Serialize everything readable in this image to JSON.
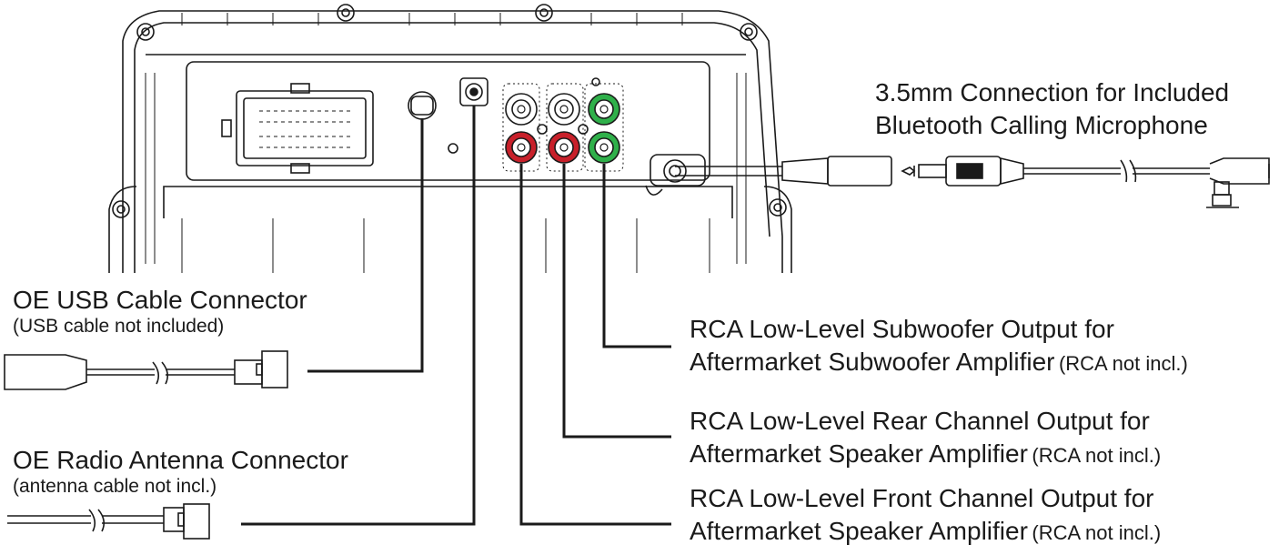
{
  "labels": {
    "mic_line1": "3.5mm Connection for Included",
    "mic_line2": "Bluetooth Calling Microphone",
    "usb_title": "OE USB Cable Connector",
    "usb_note": "(USB cable not included)",
    "antenna_title": "OE Radio Antenna Connector",
    "antenna_note": "(antenna cable not incl.)",
    "sub_line1": "RCA Low-Level Subwoofer Output for",
    "sub_line2": "Aftermarket Subwoofer Amplifier",
    "sub_note": "(RCA not incl.)",
    "rear_line1": "RCA Low-Level Rear Channel Output for",
    "rear_line2": "Aftermarket Speaker Amplifier",
    "rear_note": "(RCA not incl.)",
    "front_line1": "RCA Low-Level Front Channel Output for",
    "front_line2": "Aftermarket Speaker Amplifier",
    "front_note": "(RCA not incl.)"
  },
  "colors": {
    "line": "#1a1a1a",
    "rca_white": "#ffffff",
    "rca_red": "#c8202a",
    "rca_green": "#2fb04a"
  }
}
